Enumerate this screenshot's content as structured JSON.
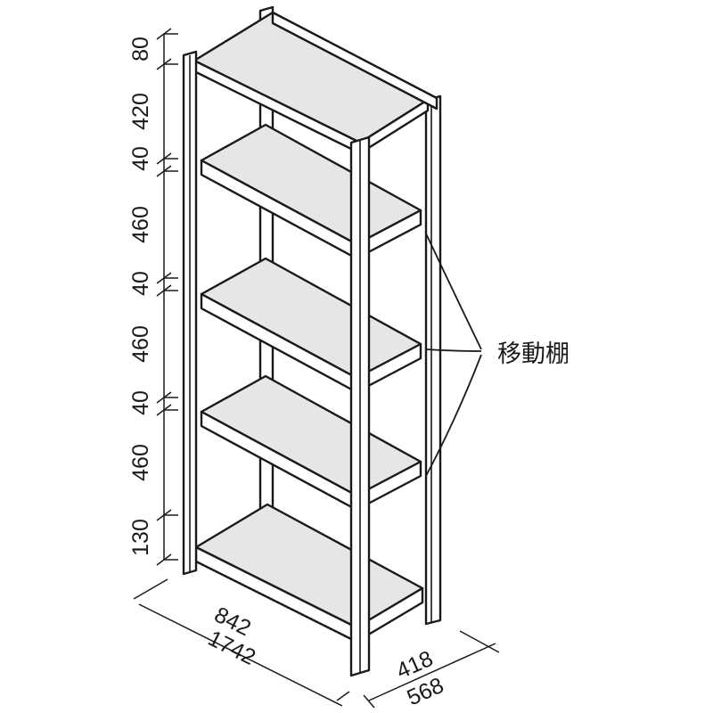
{
  "vertical_dimensions": [
    "80",
    "420",
    "40",
    "460",
    "40",
    "460",
    "40",
    "460",
    "130"
  ],
  "width_dimensions": {
    "inner": "842",
    "outer": "1742"
  },
  "depth_dimensions": {
    "inner": "418",
    "outer": "568"
  },
  "callout_label": "移動棚"
}
